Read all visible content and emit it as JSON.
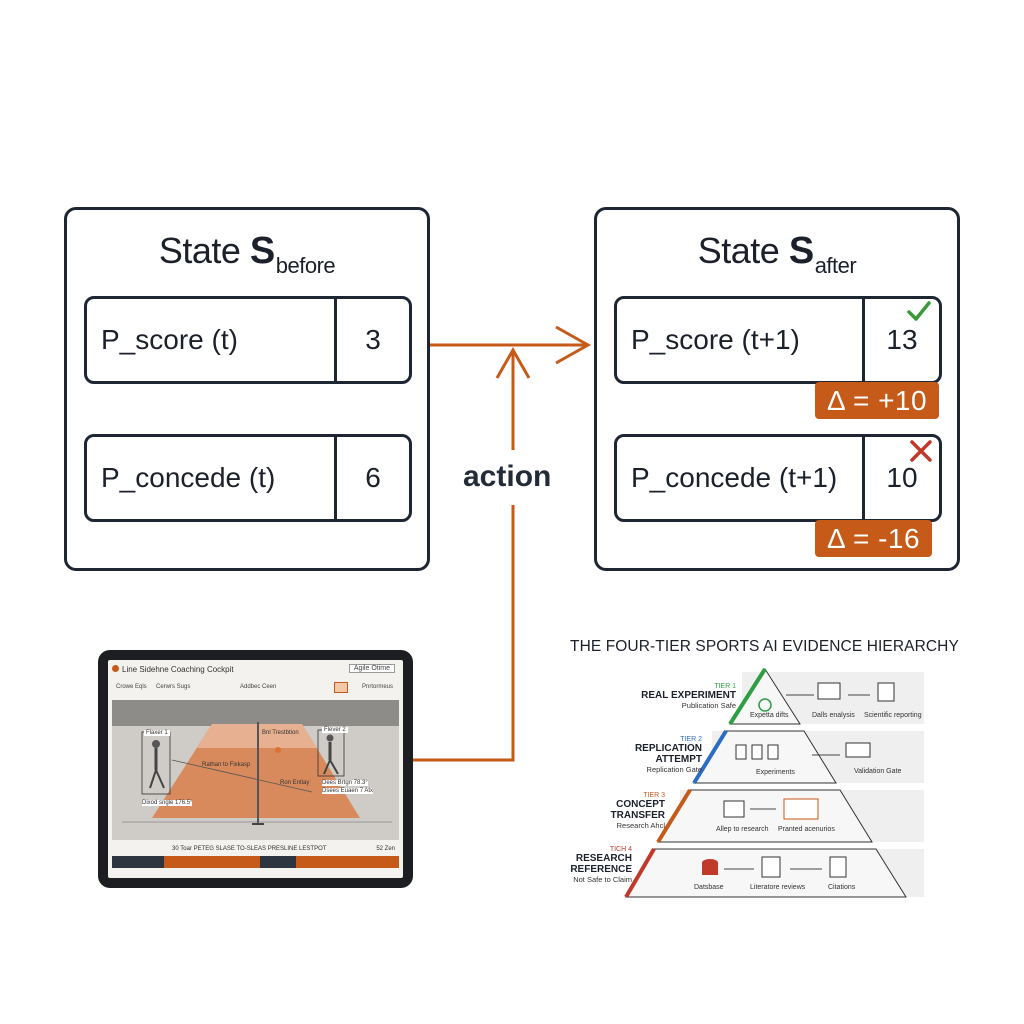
{
  "state_before": {
    "title_main": "State ",
    "title_symbol": "S",
    "title_sub": "before",
    "rows": [
      {
        "label": "P_score (t)",
        "value": "3"
      },
      {
        "label": "P_concede (t)",
        "value": "6"
      }
    ]
  },
  "state_after": {
    "title_main": "State ",
    "title_symbol": "S",
    "title_sub": "after",
    "rows": [
      {
        "label": "P_score (t+1)",
        "value": "13",
        "delta": "Δ = +10",
        "mark": "check-icon"
      },
      {
        "label": "P_concede (t+1)",
        "value": "10",
        "delta": "Δ = -16",
        "mark": "cross-icon"
      }
    ]
  },
  "action_label": "action",
  "colors": {
    "accent": "#c65a19",
    "dark": "#1f2633",
    "check": "#3a9a3a",
    "cross": "#c0392b",
    "tier1": "#2e9e44",
    "tier2": "#2b6cc4",
    "tier3": "#c65a19",
    "tier4": "#c0392b"
  },
  "tablet": {
    "title": "Line Sidehne Coaching Cockpit",
    "button": "Agile Otime",
    "toolbar": [
      "Crowe Eqls",
      "Cerwrs Sugs",
      "Addbec Ceen",
      "Pnrtormeus"
    ],
    "players": [
      "Flaxer 1",
      "Flever 2"
    ],
    "annotations": [
      "Bnl Trestbtion",
      "Rathan to Fixkasp",
      "Ron Entlay",
      "Dees Brtgn 78.3°",
      "Dsees Euaen 7 Atx",
      "Dixod sngle 176.5°"
    ],
    "footer": "30 Toar PETEG SLASE TO-SLEAS PRESLINE LESTPOT",
    "timeline_right": "52 Zen"
  },
  "pyramid": {
    "title": "THE FOUR-TIER SPORTS AI EVIDENCE HIERARCHY",
    "tiers": [
      {
        "tier": "TIER 1",
        "name": "REAL EXPERIMENT",
        "status": "Publication Safe",
        "captions": [
          "Expetta difts",
          "Dalls enalysis",
          "Scientific reporting"
        ]
      },
      {
        "tier": "TIER 2",
        "name": "REPLICATION\nATTEMPT",
        "status": "Replication Gate",
        "captions": [
          "Experiments",
          "Validation Gate"
        ]
      },
      {
        "tier": "TIER 3",
        "name": "CONCEPT\nTRANSFER",
        "status": "Research Ahcl",
        "captions": [
          "Allep to research",
          "Pranted acenurios"
        ]
      },
      {
        "tier": "TICH 4",
        "name": "RESEARCH\nREFERENCE",
        "status": "Not Safe to Claim",
        "captions": [
          "Datsbase",
          "Literatore reviews",
          "Citations"
        ]
      }
    ]
  }
}
